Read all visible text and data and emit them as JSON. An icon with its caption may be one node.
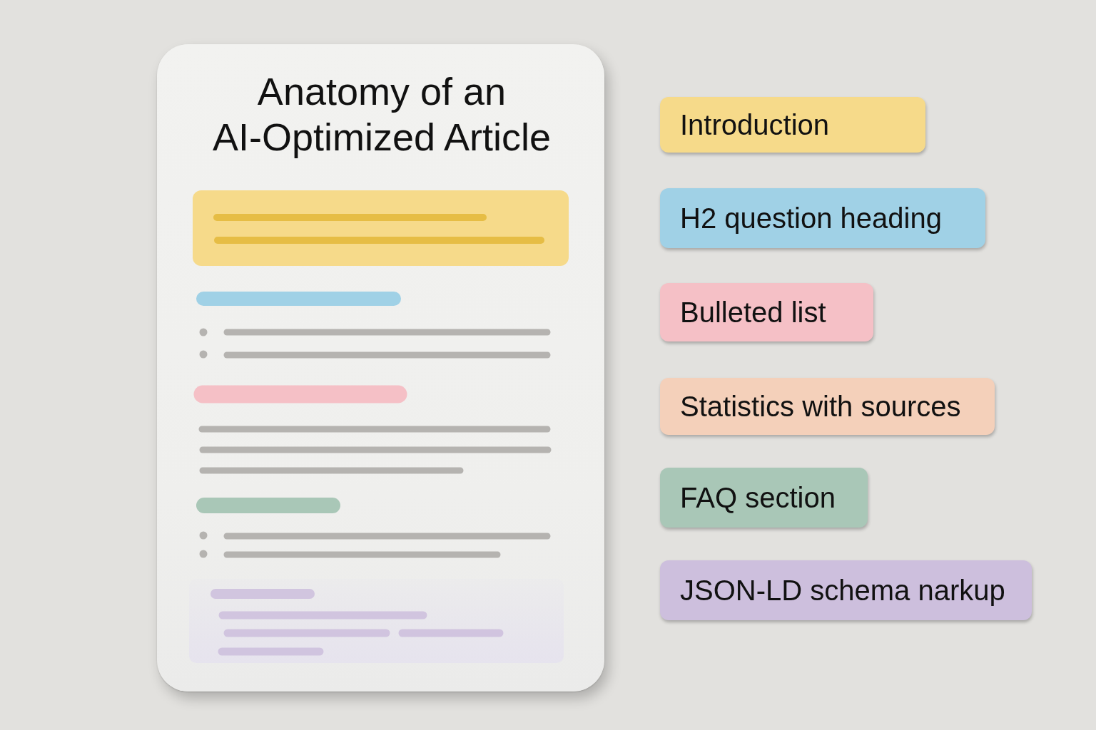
{
  "diagram": {
    "title": "Anatomy of an AI-Optimized Article",
    "legend": [
      {
        "text": "Introduction",
        "color": "#f6da8a"
      },
      {
        "text": "H2 question heading",
        "color": "#a0d1e6"
      },
      {
        "text": "Bulleted list",
        "color": "#f5c0c6"
      },
      {
        "text": "Statistics with sources",
        "color": "#f4d0ba"
      },
      {
        "text": "FAQ section",
        "color": "#a9c7b7"
      },
      {
        "text": "JSON-LD schema narkup",
        "color": "#cdbfdd"
      }
    ]
  }
}
